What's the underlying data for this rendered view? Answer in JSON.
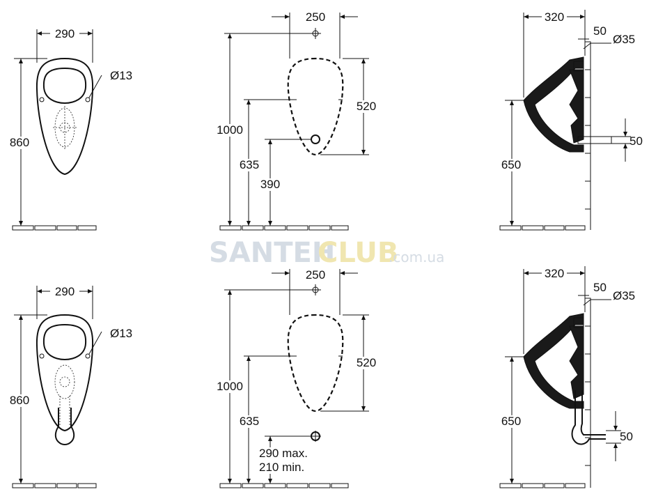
{
  "watermark": {
    "part1": "SANTEH",
    "part2": "CLUB",
    "part3": ".com.ua"
  },
  "top_row": {
    "front": {
      "width": "290",
      "height": "860",
      "hole": "Ø13"
    },
    "mounting": {
      "spacing": "250",
      "total_height": "1000",
      "oval_height": "520",
      "side_holes": "635",
      "outlet": "390"
    },
    "side": {
      "depth": "320",
      "inlet_offset": "50",
      "inlet_diameter": "Ø35",
      "rim_height": "650",
      "outlet": "50"
    }
  },
  "bottom_row": {
    "front": {
      "width": "290",
      "height": "860",
      "hole": "Ø13"
    },
    "mounting": {
      "spacing": "250",
      "total_height": "1000",
      "oval_height": "520",
      "side_holes": "635",
      "outlet_max": "290 max.",
      "outlet_min": "210 min."
    },
    "side": {
      "depth": "320",
      "inlet_offset": "50",
      "inlet_diameter": "Ø35",
      "rim_height": "650",
      "outlet": "50"
    }
  }
}
